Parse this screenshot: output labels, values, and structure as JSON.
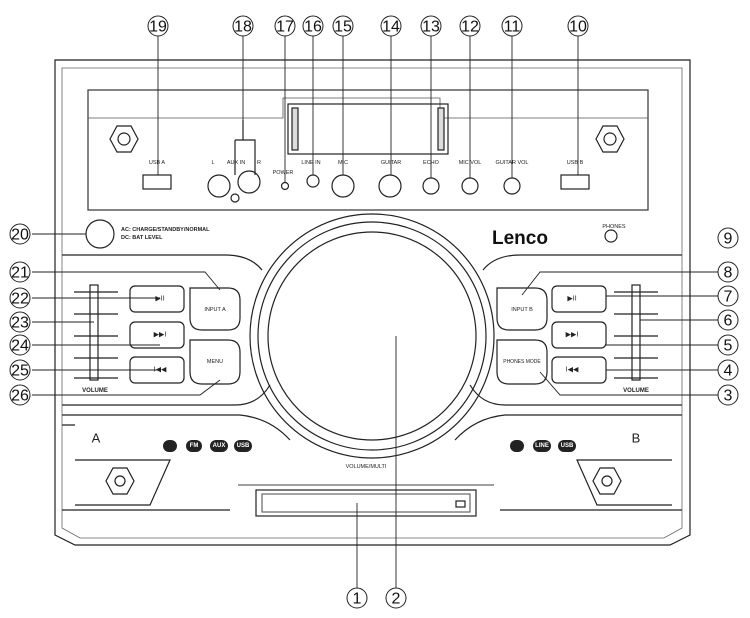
{
  "brand": "Lenco",
  "panel_labels": {
    "usb_a": "USB A",
    "aux_l": "L",
    "aux_in": "AUX IN",
    "aux_r": "R",
    "power": "POWER",
    "line_in": "LINE IN",
    "mic": "MIC",
    "guitar": "GUITAR",
    "echo": "ECHO",
    "mic_vol": "MIC VOL",
    "guitar_vol": "GUITAR VOL",
    "usb_b": "USB B",
    "ac_status": "AC: CHARGE/STANDBY/NORMAL",
    "dc_status": "DC: BAT LEVEL",
    "phones": "PHONES",
    "input_a": "INPUT A",
    "input_b": "INPUT B",
    "menu": "MENU",
    "phones_mode": "PHONES MODE",
    "volume_left": "VOLUME",
    "volume_right": "VOLUME",
    "side_a": "A",
    "side_b": "B",
    "volume_multi": "VOLUME/MULTI",
    "play_pause_glyph": "▶II",
    "next_glyph": "▶▶I",
    "prev_glyph": "I◀◀"
  },
  "source_icons_left": [
    "bluetooth-icon",
    "FM",
    "AUX",
    "USB"
  ],
  "source_icons_right": [
    "headphones-icon",
    "LINE",
    "USB"
  ],
  "callouts": [
    "1",
    "2",
    "3",
    "4",
    "5",
    "6",
    "7",
    "8",
    "9",
    "10",
    "11",
    "12",
    "13",
    "14",
    "15",
    "16",
    "17",
    "18",
    "19",
    "20",
    "21",
    "22",
    "23",
    "24",
    "25",
    "26"
  ]
}
